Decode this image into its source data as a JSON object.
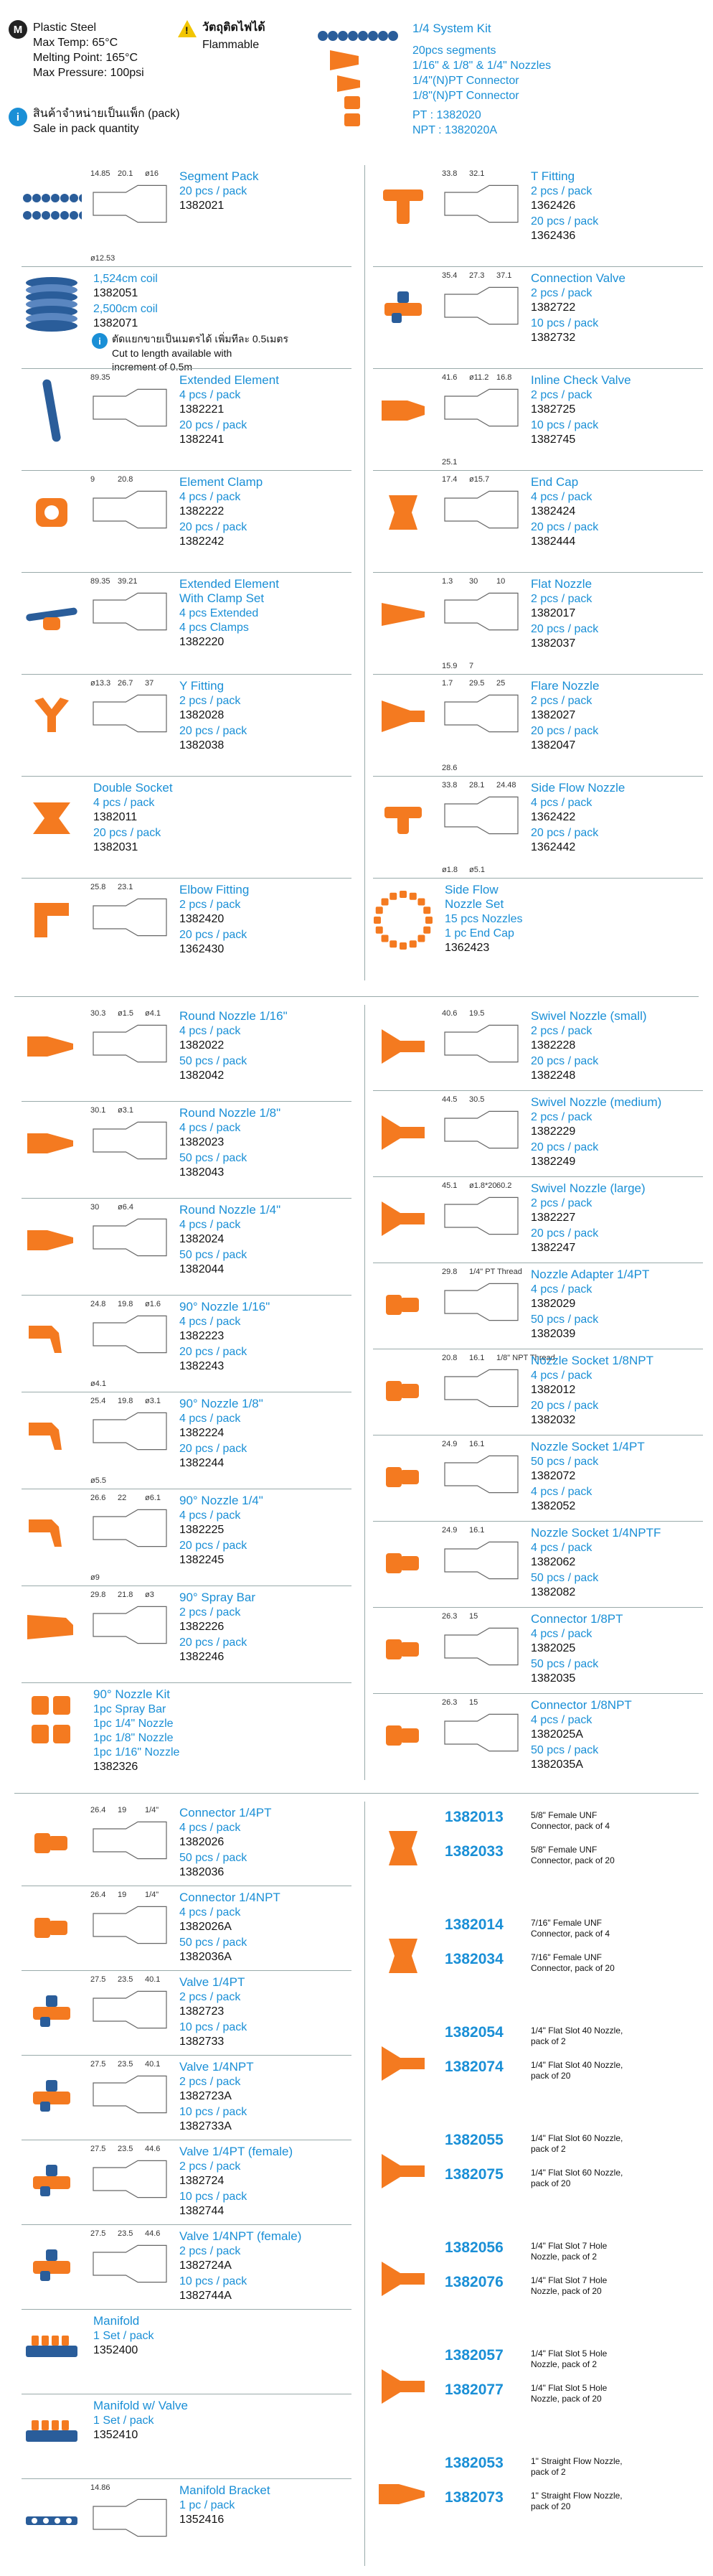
{
  "header": {
    "m_badge": "M",
    "material": [
      "Plastic Steel",
      "Max Temp: 65°C",
      "Melting Point: 165°C",
      "Max Pressure: 100psi"
    ],
    "warn_glyph": "!",
    "flammable_thai": "วัตถุติดไฟได้",
    "flammable": "Flammable",
    "info_glyph": "i",
    "pack_thai": "สินค้าจำหน่ายเป็นแพ็ก (pack)",
    "pack_en": "Sale in pack quantity",
    "kit": {
      "title": "1/4 System Kit",
      "lines": [
        "20pcs segments",
        "1/16\" & 1/8\" & 1/4\" Nozzles",
        "1/4\"(N)PT Connector",
        "1/8\"(N)PT Connector"
      ],
      "pt": "PT : 1382020",
      "npt": "NPT : 1382020A"
    }
  },
  "section1": {
    "left": [
      {
        "id": "segment-pack",
        "title": [
          "Segment Pack"
        ],
        "lines": [
          "20 pcs / pack"
        ],
        "codes": [
          "1382021"
        ],
        "dims": [
          "14.85",
          "20.1",
          "ø16",
          "ø12.53"
        ]
      },
      {
        "id": "coil",
        "title": [],
        "lines": [
          "1,524cm coil"
        ],
        "codes": [
          "1382051"
        ],
        "lines2": [
          "2,500cm coil"
        ],
        "codes2": [
          "1382071"
        ],
        "note_thai": "ตัดแยกขายเป็นเมตรได้ เพิ่มทีละ 0.5เมตร",
        "note_en": [
          "Cut to length available with",
          "increment of 0.5m"
        ]
      },
      {
        "id": "extended-element",
        "title": [
          "Extended Element"
        ],
        "lines": [
          "4 pcs / pack"
        ],
        "codes": [
          "1382221"
        ],
        "lines2": [
          "20 pcs / pack"
        ],
        "codes2": [
          "1382241"
        ],
        "dims": [
          "89.35"
        ]
      },
      {
        "id": "element-clamp",
        "title": [
          "Element Clamp"
        ],
        "lines": [
          "4 pcs / pack"
        ],
        "codes": [
          "1382222"
        ],
        "lines2": [
          "20 pcs / pack"
        ],
        "codes2": [
          "1382242"
        ],
        "dims": [
          "9",
          "20.8"
        ]
      },
      {
        "id": "extended-element-clamp",
        "title": [
          "Extended Element",
          "With Clamp Set"
        ],
        "lines": [
          "4 pcs Extended",
          "4 pcs Clamps"
        ],
        "codes": [
          "1382220"
        ],
        "dims": [
          "89.35",
          "39.21"
        ]
      },
      {
        "id": "y-fitting",
        "title": [
          "Y Fitting"
        ],
        "lines": [
          "2 pcs / pack"
        ],
        "codes": [
          "1382028"
        ],
        "lines2": [
          "20 pcs / pack"
        ],
        "codes2": [
          "1382038"
        ],
        "dims": [
          "ø13.3",
          "26.7",
          "37"
        ]
      },
      {
        "id": "double-socket",
        "title": [
          "Double Socket"
        ],
        "lines": [
          "4 pcs / pack"
        ],
        "codes": [
          "1382011"
        ],
        "lines2": [
          "20 pcs / pack"
        ],
        "codes2": [
          "1382031"
        ]
      },
      {
        "id": "elbow-fitting",
        "title": [
          "Elbow Fitting"
        ],
        "lines": [
          "2 pcs / pack"
        ],
        "codes": [
          "1382420"
        ],
        "lines2": [
          "20 pcs / pack"
        ],
        "codes2": [
          "1362430"
        ],
        "dims": [
          "25.8",
          "23.1"
        ]
      }
    ],
    "right": [
      {
        "id": "t-fitting",
        "title": [
          "T Fitting"
        ],
        "lines": [
          "2 pcs / pack"
        ],
        "codes": [
          "1362426"
        ],
        "lines2": [
          "20 pcs / pack"
        ],
        "codes2": [
          "1362436"
        ],
        "dims": [
          "33.8",
          "32.1"
        ]
      },
      {
        "id": "connection-valve",
        "title": [
          "Connection Valve"
        ],
        "lines": [
          "2 pcs / pack"
        ],
        "codes": [
          "1382722"
        ],
        "lines2": [
          "10 pcs / pack"
        ],
        "codes2": [
          "1382732"
        ],
        "dims": [
          "35.4",
          "27.3",
          "37.1"
        ]
      },
      {
        "id": "inline-check-valve",
        "title": [
          "Inline Check Valve"
        ],
        "lines": [
          "2 pcs / pack"
        ],
        "codes": [
          "1382725"
        ],
        "lines2": [
          "10 pcs / pack"
        ],
        "codes2": [
          "1382745"
        ],
        "dims": [
          "41.6",
          "ø11.2",
          "16.8",
          "25.1"
        ]
      },
      {
        "id": "end-cap",
        "title": [
          "End Cap"
        ],
        "lines": [
          "4 pcs / pack"
        ],
        "codes": [
          "1382424"
        ],
        "lines2": [
          "20 pcs / pack"
        ],
        "codes2": [
          "1382444"
        ],
        "dims": [
          "17.4",
          "ø15.7"
        ]
      },
      {
        "id": "flat-nozzle",
        "title": [
          "Flat Nozzle"
        ],
        "lines": [
          "2 pcs / pack"
        ],
        "codes": [
          "1382017"
        ],
        "lines2": [
          "20 pcs / pack"
        ],
        "codes2": [
          "1382037"
        ],
        "dims": [
          "1.3",
          "30",
          "10",
          "15.9",
          "7"
        ]
      },
      {
        "id": "flare-nozzle",
        "title": [
          "Flare Nozzle"
        ],
        "lines": [
          "2 pcs / pack"
        ],
        "codes": [
          "1382027"
        ],
        "lines2": [
          "20 pcs / pack"
        ],
        "codes2": [
          "1382047"
        ],
        "dims": [
          "1.7",
          "29.5",
          "25",
          "28.6"
        ]
      },
      {
        "id": "side-flow-nozzle",
        "title": [
          "Side Flow Nozzle"
        ],
        "lines": [
          "4 pcs / pack"
        ],
        "codes": [
          "1362422"
        ],
        "lines2": [
          "20 pcs / pack"
        ],
        "codes2": [
          "1362442"
        ],
        "dims": [
          "33.8",
          "28.1",
          "24.48",
          "ø1.8",
          "ø5.1"
        ]
      },
      {
        "id": "side-flow-nozzle-set",
        "title": [
          "Side Flow",
          "Nozzle Set"
        ],
        "lines": [
          "15 pcs Nozzles",
          "1 pc End Cap"
        ],
        "codes": [
          "1362423"
        ]
      }
    ]
  },
  "section2": {
    "left": [
      {
        "id": "round-nozzle-1-16",
        "title": [
          "Round Nozzle 1/16\""
        ],
        "lines": [
          "4 pcs / pack"
        ],
        "codes": [
          "1382022"
        ],
        "lines2": [
          "50 pcs / pack"
        ],
        "codes2": [
          "1382042"
        ],
        "dims": [
          "30.3",
          "ø1.5",
          "ø4.1"
        ]
      },
      {
        "id": "round-nozzle-1-8",
        "title": [
          "Round Nozzle 1/8\""
        ],
        "lines": [
          "4 pcs / pack"
        ],
        "codes": [
          "1382023"
        ],
        "lines2": [
          "50 pcs / pack"
        ],
        "codes2": [
          "1382043"
        ],
        "dims": [
          "30.1",
          "ø3.1"
        ]
      },
      {
        "id": "round-nozzle-1-4",
        "title": [
          "Round Nozzle 1/4\""
        ],
        "lines": [
          "4 pcs / pack"
        ],
        "codes": [
          "1382024"
        ],
        "lines2": [
          "50 pcs / pack"
        ],
        "codes2": [
          "1382044"
        ],
        "dims": [
          "30",
          "ø6.4"
        ]
      },
      {
        "id": "nozzle-90-1-16",
        "title": [
          "90° Nozzle 1/16\""
        ],
        "lines": [
          "4 pcs / pack"
        ],
        "codes": [
          "1382223"
        ],
        "lines2": [
          "20 pcs / pack"
        ],
        "codes2": [
          "1382243"
        ],
        "dims": [
          "24.8",
          "19.8",
          "ø1.6",
          "ø4.1"
        ]
      },
      {
        "id": "nozzle-90-1-8",
        "title": [
          "90° Nozzle 1/8\""
        ],
        "lines": [
          "4 pcs / pack"
        ],
        "codes": [
          "1382224"
        ],
        "lines2": [
          "20 pcs / pack"
        ],
        "codes2": [
          "1382244"
        ],
        "dims": [
          "25.4",
          "19.8",
          "ø3.1",
          "ø5.5"
        ]
      },
      {
        "id": "nozzle-90-1-4",
        "title": [
          "90° Nozzle 1/4\""
        ],
        "lines": [
          "4 pcs / pack"
        ],
        "codes": [
          "1382225"
        ],
        "lines2": [
          "20 pcs / pack"
        ],
        "codes2": [
          "1382245"
        ],
        "dims": [
          "26.6",
          "22",
          "ø6.1",
          "ø9"
        ]
      },
      {
        "id": "spray-bar-90",
        "title": [
          "90° Spray Bar"
        ],
        "lines": [
          "2 pcs / pack"
        ],
        "codes": [
          "1382226"
        ],
        "lines2": [
          "20 pcs / pack"
        ],
        "codes2": [
          "1382246"
        ],
        "dims": [
          "29.8",
          "21.8",
          "ø3"
        ]
      },
      {
        "id": "nozzle-kit-90",
        "title": [
          "90° Nozzle Kit"
        ],
        "lines": [
          "1pc Spray Bar",
          "1pc 1/4\" Nozzle",
          "1pc 1/8\" Nozzle",
          "1pc 1/16\" Nozzle"
        ],
        "codes": [
          "1382326"
        ]
      }
    ],
    "right": [
      {
        "id": "swivel-nozzle-small",
        "title": [
          "Swivel Nozzle (small)"
        ],
        "lines": [
          "2 pcs / pack"
        ],
        "codes": [
          "1382228"
        ],
        "lines2": [
          "20 pcs / pack"
        ],
        "codes2": [
          "1382248"
        ],
        "dims": [
          "40.6",
          "19.5"
        ]
      },
      {
        "id": "swivel-nozzle-medium",
        "title": [
          "Swivel Nozzle (medium)"
        ],
        "lines": [
          "2 pcs / pack"
        ],
        "codes": [
          "1382229"
        ],
        "lines2": [
          "20 pcs / pack"
        ],
        "codes2": [
          "1382249"
        ],
        "dims": [
          "44.5",
          "30.5"
        ]
      },
      {
        "id": "swivel-nozzle-large",
        "title": [
          "Swivel Nozzle (large)"
        ],
        "lines": [
          "2 pcs / pack"
        ],
        "codes": [
          "1382227"
        ],
        "lines2": [
          "20 pcs / pack"
        ],
        "codes2": [
          "1382247"
        ],
        "dims": [
          "45.1",
          "ø1.8*20",
          "60.2"
        ]
      },
      {
        "id": "nozzle-adapter-1-4pt",
        "title": [
          "Nozzle Adapter 1/4PT"
        ],
        "lines": [
          "4 pcs / pack"
        ],
        "codes": [
          "1382029"
        ],
        "lines2": [
          "50 pcs / pack"
        ],
        "codes2": [
          "1382039"
        ],
        "dims": [
          "29.8",
          "1/4\" PT Thread"
        ]
      },
      {
        "id": "nozzle-socket-1-8npt",
        "title": [
          "Nozzle Socket 1/8NPT"
        ],
        "lines": [
          "4 pcs / pack"
        ],
        "codes": [
          "1382012"
        ],
        "lines2": [
          "20 pcs / pack"
        ],
        "codes2": [
          "1382032"
        ],
        "dims": [
          "20.8",
          "16.1",
          "1/8\" NPT Thread"
        ]
      },
      {
        "id": "nozzle-socket-1-4pt",
        "title": [
          "Nozzle Socket 1/4PT"
        ],
        "lines": [
          "50 pcs / pack"
        ],
        "codes": [
          "1382072"
        ],
        "lines2": [
          "4 pcs / pack"
        ],
        "codes2": [
          "1382052"
        ],
        "dims": [
          "24.9",
          "16.1"
        ]
      },
      {
        "id": "nozzle-socket-1-4nptf",
        "title": [
          "Nozzle Socket 1/4NPTF"
        ],
        "lines": [
          "4 pcs / pack"
        ],
        "codes": [
          "1382062"
        ],
        "lines2": [
          "50 pcs / pack"
        ],
        "codes2": [
          "1382082"
        ],
        "dims": [
          "24.9",
          "16.1"
        ]
      },
      {
        "id": "connector-1-8pt",
        "title": [
          "Connector 1/8PT"
        ],
        "lines": [
          "4 pcs / pack"
        ],
        "codes": [
          "1382025"
        ],
        "lines2": [
          "50 pcs / pack"
        ],
        "codes2": [
          "1382035"
        ],
        "dims": [
          "26.3",
          "15"
        ]
      },
      {
        "id": "connector-1-8npt",
        "title": [
          "Connector 1/8NPT"
        ],
        "lines": [
          "4 pcs / pack"
        ],
        "codes": [
          "1382025A"
        ],
        "lines2": [
          "50 pcs / pack"
        ],
        "codes2": [
          "1382035A"
        ],
        "dims": [
          "26.3",
          "15"
        ]
      }
    ]
  },
  "section3": {
    "left": [
      {
        "id": "connector-1-4pt",
        "title": [
          "Connector 1/4PT"
        ],
        "lines": [
          "4 pcs / pack"
        ],
        "codes": [
          "1382026"
        ],
        "lines2": [
          "50 pcs / pack"
        ],
        "codes2": [
          "1382036"
        ],
        "dims": [
          "26.4",
          "19",
          "1/4\""
        ]
      },
      {
        "id": "connector-1-4npt",
        "title": [
          "Connector 1/4NPT"
        ],
        "lines": [
          "4 pcs / pack"
        ],
        "codes": [
          "1382026A"
        ],
        "lines2": [
          "50 pcs / pack"
        ],
        "codes2": [
          "1382036A"
        ],
        "dims": [
          "26.4",
          "19",
          "1/4\""
        ]
      },
      {
        "id": "valve-1-4pt",
        "title": [
          "Valve 1/4PT"
        ],
        "lines": [
          "2 pcs / pack"
        ],
        "codes": [
          "1382723"
        ],
        "lines2": [
          "10 pcs / pack"
        ],
        "codes2": [
          "1382733"
        ],
        "dims": [
          "27.5",
          "23.5",
          "40.1"
        ]
      },
      {
        "id": "valve-1-4npt",
        "title": [
          "Valve 1/4NPT"
        ],
        "lines": [
          "2 pcs / pack"
        ],
        "codes": [
          "1382723A"
        ],
        "lines2": [
          "10 pcs / pack"
        ],
        "codes2": [
          "1382733A"
        ],
        "dims": [
          "27.5",
          "23.5",
          "40.1"
        ]
      },
      {
        "id": "valve-1-4pt-female",
        "title": [
          "Valve 1/4PT (female)"
        ],
        "lines": [
          "2 pcs / pack"
        ],
        "codes": [
          "1382724"
        ],
        "lines2": [
          "10 pcs / pack"
        ],
        "codes2": [
          "1382744"
        ],
        "dims": [
          "27.5",
          "23.5",
          "44.6"
        ]
      },
      {
        "id": "valve-1-4npt-female",
        "title": [
          "Valve 1/4NPT (female)"
        ],
        "lines": [
          "2 pcs / pack"
        ],
        "codes": [
          "1382724A"
        ],
        "lines2": [
          "10 pcs / pack"
        ],
        "codes2": [
          "1382744A"
        ],
        "dims": [
          "27.5",
          "23.5",
          "44.6"
        ]
      },
      {
        "id": "manifold",
        "title": [
          "Manifold"
        ],
        "lines": [
          "1 Set / pack"
        ],
        "codes": [
          "1352400"
        ]
      },
      {
        "id": "manifold-valve",
        "title": [
          "Manifold w/ Valve"
        ],
        "lines": [
          "1 Set / pack"
        ],
        "codes": [
          "1352410"
        ]
      },
      {
        "id": "manifold-bracket",
        "title": [
          "Manifold Bracket"
        ],
        "lines": [
          "1 pc / pack"
        ],
        "codes": [
          "1352416"
        ],
        "dims": [
          "14.86"
        ]
      }
    ],
    "right": [
      {
        "id": "female-unf-5-8",
        "codeA": "1382013",
        "descA": [
          "5/8\" Female UNF",
          "Connector, pack of 4"
        ],
        "codeB": "1382033",
        "descB": [
          "5/8\" Female UNF",
          "Connector, pack of 20"
        ]
      },
      {
        "id": "female-unf-7-16",
        "codeA": "1382014",
        "descA": [
          "7/16\" Female UNF",
          "Connector, pack of 4"
        ],
        "codeB": "1382034",
        "descB": [
          "7/16\" Female UNF",
          "Connector, pack of 20"
        ]
      },
      {
        "id": "flat-slot-40",
        "codeA": "1382054",
        "descA": [
          "1/4\" Flat Slot 40 Nozzle,",
          "pack of 2"
        ],
        "codeB": "1382074",
        "descB": [
          "1/4\" Flat Slot 40 Nozzle,",
          "pack of 20"
        ]
      },
      {
        "id": "flat-slot-60",
        "codeA": "1382055",
        "descA": [
          "1/4\" Flat Slot 60 Nozzle,",
          "pack of 2"
        ],
        "codeB": "1382075",
        "descB": [
          "1/4\" Flat Slot 60 Nozzle,",
          "pack of 20"
        ]
      },
      {
        "id": "flat-slot-7-hole",
        "codeA": "1382056",
        "descA": [
          "1/4\" Flat Slot 7 Hole",
          "Nozzle, pack of 2"
        ],
        "codeB": "1382076",
        "descB": [
          "1/4\" Flat Slot 7 Hole",
          "Nozzle, pack of 20"
        ]
      },
      {
        "id": "flat-slot-5-hole",
        "codeA": "1382057",
        "descA": [
          "1/4\" Flat Slot 5 Hole",
          "Nozzle, pack of 2"
        ],
        "codeB": "1382077",
        "descB": [
          "1/4\" Flat Slot 5 Hole",
          "Nozzle, pack of 20"
        ]
      },
      {
        "id": "straight-flow-nozzle",
        "codeA": "1382053",
        "descA": [
          "1\" Straight Flow Nozzle,",
          "pack of 2"
        ],
        "codeB": "1382073",
        "descB": [
          "1\" Straight Flow Nozzle,",
          "pack of 20"
        ]
      }
    ]
  },
  "colors": {
    "orange": "#f47a20",
    "blue": "#2a5d9a",
    "accent": "#1a8fd6",
    "rule": "#9aa0a6"
  }
}
